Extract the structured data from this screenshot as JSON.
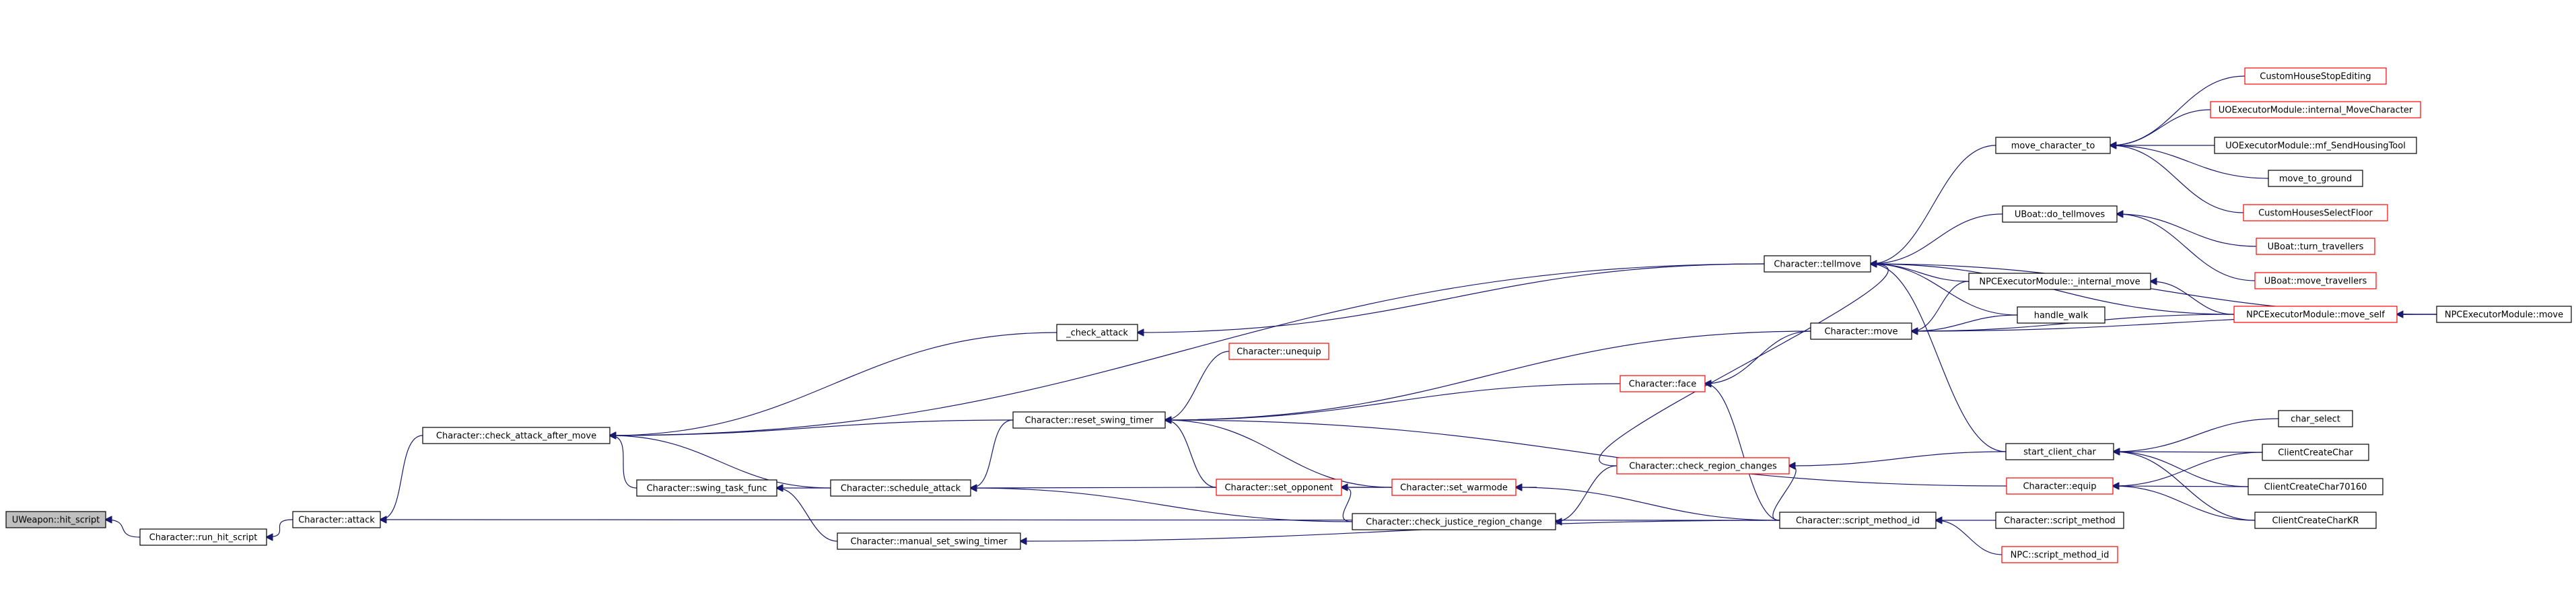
{
  "diagram": {
    "title": "",
    "nodes": [
      {
        "id": "uweapon_hit_script",
        "label": "UWeapon::hit_script",
        "style": "root"
      },
      {
        "id": "char_run_hit_script",
        "label": "Character::run_hit_script",
        "style": "normal"
      },
      {
        "id": "char_attack",
        "label": "Character::attack",
        "style": "normal"
      },
      {
        "id": "char_check_attack_after_move",
        "label": "Character::check_attack_after_move",
        "style": "normal"
      },
      {
        "id": "char_swing_task_func",
        "label": "Character::swing_task_func",
        "style": "normal"
      },
      {
        "id": "char_schedule_attack",
        "label": "Character::schedule_attack",
        "style": "normal"
      },
      {
        "id": "char_manual_set_swing_timer",
        "label": "Character::manual_set_swing_timer",
        "style": "normal"
      },
      {
        "id": "check_attack",
        "label": "_check_attack",
        "style": "normal"
      },
      {
        "id": "char_reset_swing_timer",
        "label": "Character::reset_swing_timer",
        "style": "normal"
      },
      {
        "id": "char_unequip",
        "label": "Character::unequip",
        "style": "red"
      },
      {
        "id": "char_set_opponent",
        "label": "Character::set_opponent",
        "style": "red"
      },
      {
        "id": "char_set_warmode",
        "label": "Character::set_warmode",
        "style": "red"
      },
      {
        "id": "char_check_justice_region_change",
        "label": "Character::check_justice_region_change",
        "style": "normal"
      },
      {
        "id": "char_face",
        "label": "Character::face",
        "style": "red"
      },
      {
        "id": "char_check_region_changes",
        "label": "Character::check_region_changes",
        "style": "red"
      },
      {
        "id": "char_tellmove",
        "label": "Character::tellmove",
        "style": "normal"
      },
      {
        "id": "char_move",
        "label": "Character::move",
        "style": "normal"
      },
      {
        "id": "char_script_method_id",
        "label": "Character::script_method_id",
        "style": "normal"
      },
      {
        "id": "move_character_to",
        "label": "move_character_to",
        "style": "normal"
      },
      {
        "id": "uboat_do_tellmoves",
        "label": "UBoat::do_tellmoves",
        "style": "normal"
      },
      {
        "id": "npcexec_internal_move",
        "label": "NPCExecutorModule::_internal_move",
        "style": "normal"
      },
      {
        "id": "handle_walk",
        "label": "handle_walk",
        "style": "normal"
      },
      {
        "id": "start_client_char",
        "label": "start_client_char",
        "style": "normal"
      },
      {
        "id": "char_equip",
        "label": "Character::equip",
        "style": "red"
      },
      {
        "id": "char_script_method",
        "label": "Character::script_method",
        "style": "normal"
      },
      {
        "id": "npc_script_method_id",
        "label": "NPC::script_method_id",
        "style": "red"
      },
      {
        "id": "custom_house_stop_editing",
        "label": "CustomHouseStopEditing",
        "style": "red"
      },
      {
        "id": "uoexec_internal_move_character",
        "label": "UOExecutorModule::internal_MoveCharacter",
        "style": "red"
      },
      {
        "id": "uoexec_mf_send_housing_tool",
        "label": "UOExecutorModule::mf_SendHousingTool",
        "style": "normal"
      },
      {
        "id": "move_to_ground",
        "label": "move_to_ground",
        "style": "normal"
      },
      {
        "id": "custom_houses_select_floor",
        "label": "CustomHousesSelectFloor",
        "style": "red"
      },
      {
        "id": "uboat_turn_travellers",
        "label": "UBoat::turn_travellers",
        "style": "red"
      },
      {
        "id": "uboat_move_travellers",
        "label": "UBoat::move_travellers",
        "style": "red"
      },
      {
        "id": "npcexec_move_self",
        "label": "NPCExecutorModule::move_self",
        "style": "red"
      },
      {
        "id": "npcexec_move",
        "label": "NPCExecutorModule::move",
        "style": "normal"
      },
      {
        "id": "char_select",
        "label": "char_select",
        "style": "normal"
      },
      {
        "id": "client_create_char",
        "label": "ClientCreateChar",
        "style": "normal"
      },
      {
        "id": "client_create_char_70160",
        "label": "ClientCreateChar70160",
        "style": "normal"
      },
      {
        "id": "client_create_char_kr",
        "label": "ClientCreateCharKR",
        "style": "normal"
      }
    ],
    "edges": [
      [
        "char_run_hit_script",
        "uweapon_hit_script"
      ],
      [
        "char_attack",
        "char_run_hit_script"
      ],
      [
        "char_check_attack_after_move",
        "char_attack"
      ],
      [
        "char_script_method_id",
        "char_attack"
      ],
      [
        "check_attack",
        "char_check_attack_after_move"
      ],
      [
        "char_tellmove",
        "char_check_attack_after_move"
      ],
      [
        "char_reset_swing_timer",
        "char_check_attack_after_move"
      ],
      [
        "char_schedule_attack",
        "char_check_attack_after_move"
      ],
      [
        "char_swing_task_func",
        "char_check_attack_after_move"
      ],
      [
        "char_schedule_attack",
        "char_swing_task_func"
      ],
      [
        "char_manual_set_swing_timer",
        "char_swing_task_func"
      ],
      [
        "char_reset_swing_timer",
        "char_schedule_attack"
      ],
      [
        "char_set_opponent",
        "char_schedule_attack"
      ],
      [
        "char_check_justice_region_change",
        "char_schedule_attack"
      ],
      [
        "char_script_method_id",
        "char_manual_set_swing_timer"
      ],
      [
        "char_tellmove",
        "check_attack"
      ],
      [
        "char_move",
        "char_reset_swing_timer"
      ],
      [
        "char_unequip",
        "char_reset_swing_timer"
      ],
      [
        "char_face",
        "char_reset_swing_timer"
      ],
      [
        "char_set_opponent",
        "char_reset_swing_timer"
      ],
      [
        "char_set_warmode",
        "char_reset_swing_timer"
      ],
      [
        "char_equip",
        "char_reset_swing_timer"
      ],
      [
        "char_set_warmode",
        "char_set_opponent"
      ],
      [
        "char_check_justice_region_change",
        "char_set_opponent"
      ],
      [
        "char_set_opponent",
        "char_set_warmode"
      ],
      [
        "char_script_method_id",
        "char_set_warmode"
      ],
      [
        "char_check_region_changes",
        "char_check_justice_region_change"
      ],
      [
        "char_move",
        "char_face"
      ],
      [
        "char_script_method_id",
        "char_face"
      ],
      [
        "start_client_char",
        "char_check_region_changes"
      ],
      [
        "char_script_method_id",
        "char_check_region_changes"
      ],
      [
        "char_check_region_changes",
        "char_tellmove"
      ],
      [
        "move_character_to",
        "char_tellmove"
      ],
      [
        "uboat_do_tellmoves",
        "char_tellmove"
      ],
      [
        "npcexec_internal_move",
        "char_tellmove"
      ],
      [
        "handle_walk",
        "char_tellmove"
      ],
      [
        "start_client_char",
        "char_tellmove"
      ],
      [
        "npcexec_move_self",
        "char_tellmove"
      ],
      [
        "npcexec_move",
        "char_tellmove"
      ],
      [
        "npcexec_internal_move",
        "char_move"
      ],
      [
        "handle_walk",
        "char_move"
      ],
      [
        "npcexec_move_self",
        "char_move"
      ],
      [
        "npcexec_move",
        "char_move"
      ],
      [
        "char_script_method",
        "char_script_method_id"
      ],
      [
        "npc_script_method_id",
        "char_script_method_id"
      ],
      [
        "custom_house_stop_editing",
        "move_character_to"
      ],
      [
        "uoexec_internal_move_character",
        "move_character_to"
      ],
      [
        "uoexec_mf_send_housing_tool",
        "move_character_to"
      ],
      [
        "move_to_ground",
        "move_character_to"
      ],
      [
        "custom_houses_select_floor",
        "move_character_to"
      ],
      [
        "uboat_turn_travellers",
        "uboat_do_tellmoves"
      ],
      [
        "uboat_move_travellers",
        "uboat_do_tellmoves"
      ],
      [
        "npcexec_move_self",
        "npcexec_internal_move"
      ],
      [
        "npcexec_move",
        "npcexec_move_self"
      ],
      [
        "char_select",
        "start_client_char"
      ],
      [
        "client_create_char",
        "start_client_char"
      ],
      [
        "client_create_char_70160",
        "start_client_char"
      ],
      [
        "client_create_char_kr",
        "start_client_char"
      ],
      [
        "client_create_char",
        "char_equip"
      ],
      [
        "client_create_char_70160",
        "char_equip"
      ],
      [
        "client_create_char_kr",
        "char_equip"
      ]
    ]
  }
}
